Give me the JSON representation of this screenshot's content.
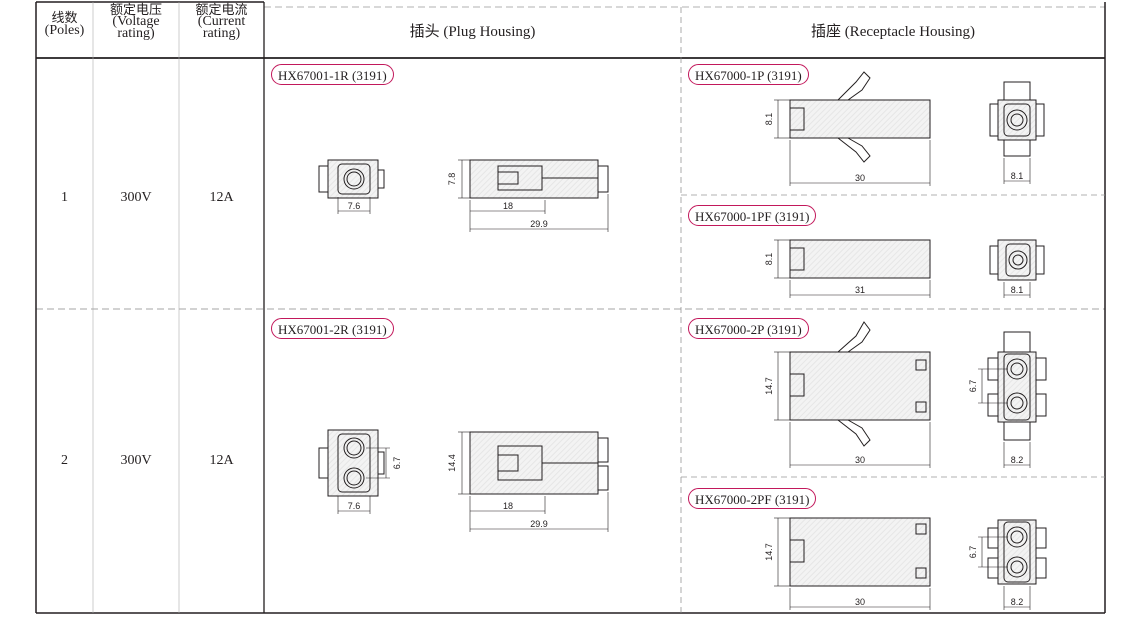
{
  "header": {
    "poles_cn": "线数",
    "poles_en": "(Poles)",
    "voltage_cn": "额定电压",
    "voltage_en1": "(Voltage",
    "voltage_en2": "rating)",
    "current_cn": "额定电流",
    "current_en1": "(Current",
    "current_en2": "rating)",
    "plug": "插头 (Plug Housing)",
    "receptacle": "插座 (Receptacle Housing)"
  },
  "rows": [
    {
      "poles": "1",
      "voltage": "300V",
      "current": "12A",
      "plug": {
        "part": "HX67001-1R (3191)",
        "front_width": "7.6",
        "height": "7.8",
        "length_inner": "18",
        "length_total": "29.9"
      },
      "receptacles": [
        {
          "part": "HX67000-1P (3191)",
          "height": "8.1",
          "length": "30",
          "front_width": "8.1"
        },
        {
          "part": "HX67000-1PF (3191)",
          "height": "8.1",
          "length": "31",
          "front_width": "8.1"
        }
      ]
    },
    {
      "poles": "2",
      "voltage": "300V",
      "current": "12A",
      "plug": {
        "part": "HX67001-2R (3191)",
        "front_width": "7.6",
        "pitch": "6.7",
        "height": "14.4",
        "length_inner": "18",
        "length_total": "29.9"
      },
      "receptacles": [
        {
          "part": "HX67000-2P (3191)",
          "height": "14.7",
          "length": "30",
          "pitch": "6.7",
          "front_width": "8.2"
        },
        {
          "part": "HX67000-2PF (3191)",
          "height": "14.7",
          "length": "30",
          "pitch": "6.7",
          "front_width": "8.2"
        }
      ]
    }
  ]
}
